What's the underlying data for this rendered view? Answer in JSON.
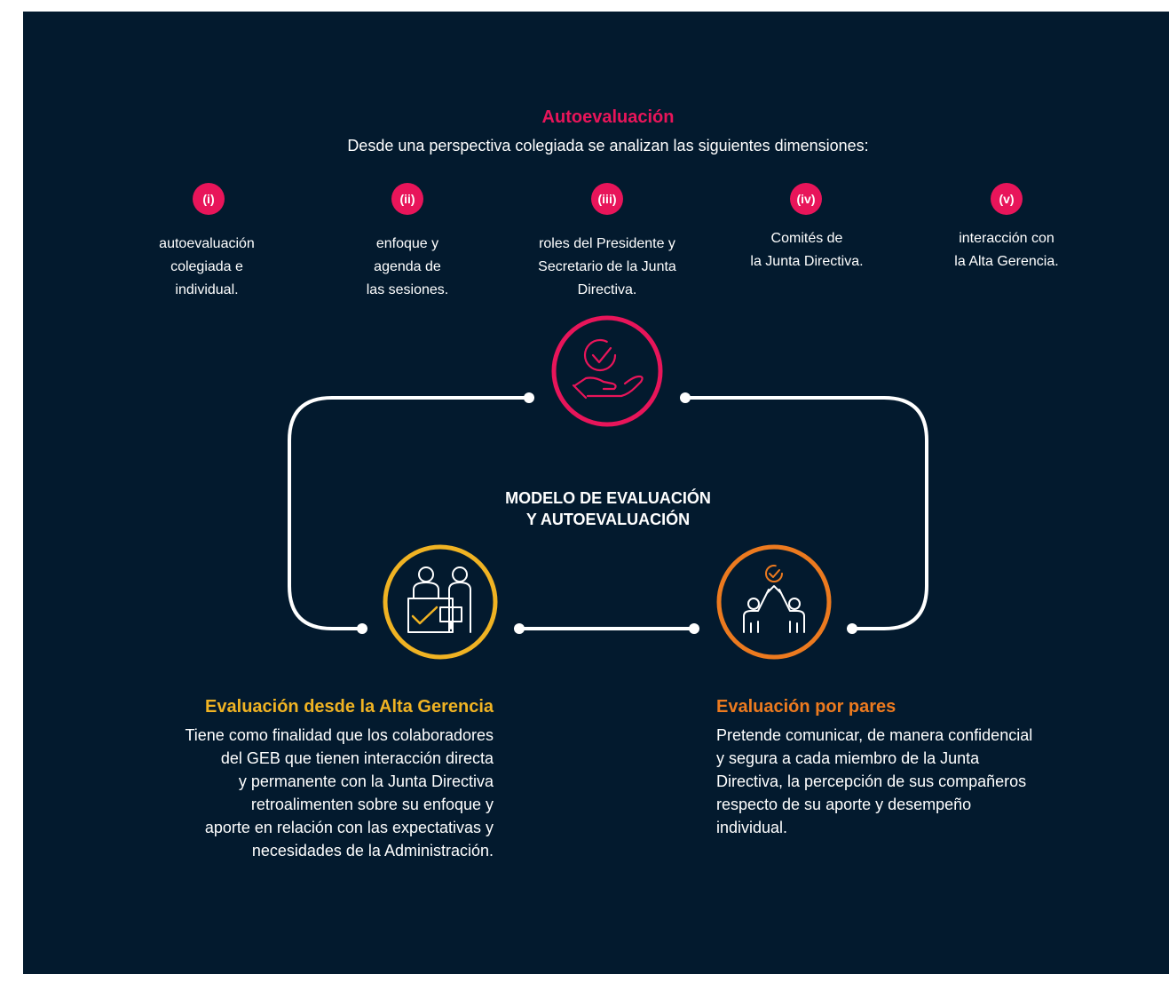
{
  "colors": {
    "background": "#031a2e",
    "self_eval": "#e8155a",
    "management": "#f0b323",
    "peers": "#ec7a1f",
    "connector": "#ffffff"
  },
  "self_evaluation": {
    "title": "Autoevaluación",
    "subtitle": "Desde una perspectiva colegiada se analizan las siguientes dimensiones:",
    "icon": "hand-check-icon",
    "dimensions": [
      {
        "badge": "(i)",
        "lines": [
          "autoevaluación",
          "colegiada e",
          "individual."
        ]
      },
      {
        "badge": "(ii)",
        "lines": [
          "enfoque y",
          "agenda de",
          "las sesiones."
        ]
      },
      {
        "badge": "(iii)",
        "lines": [
          "roles del Presidente y",
          "Secretario de la Junta",
          "Directiva."
        ]
      },
      {
        "badge": "(iv)",
        "lines": [
          "Comités de",
          "la Junta Directiva."
        ]
      },
      {
        "badge": "(v)",
        "lines": [
          "interacción con",
          "la Alta Gerencia."
        ]
      }
    ]
  },
  "model": {
    "title_lines": [
      "MODELO DE EVALUACIÓN",
      "Y AUTOEVALUACIÓN"
    ]
  },
  "management_evaluation": {
    "title": "Evaluación desde la Alta Gerencia",
    "icon": "meeting-desk-icon",
    "body_lines": [
      "Tiene como finalidad que los colaboradores",
      "del GEB que tienen interacción directa",
      "y permanente con la Junta Directiva",
      "retroalimenten sobre su enfoque y",
      "aporte en relación con las expectativas y",
      "necesidades de la Administración."
    ]
  },
  "peer_evaluation": {
    "title": "Evaluación por pares",
    "icon": "high-five-icon",
    "body_lines": [
      "Pretende comunicar, de manera confidencial",
      "y segura a cada miembro de la Junta",
      "Directiva, la percepción de sus compañeros",
      "respecto de su aporte y desempeño",
      "individual."
    ]
  }
}
